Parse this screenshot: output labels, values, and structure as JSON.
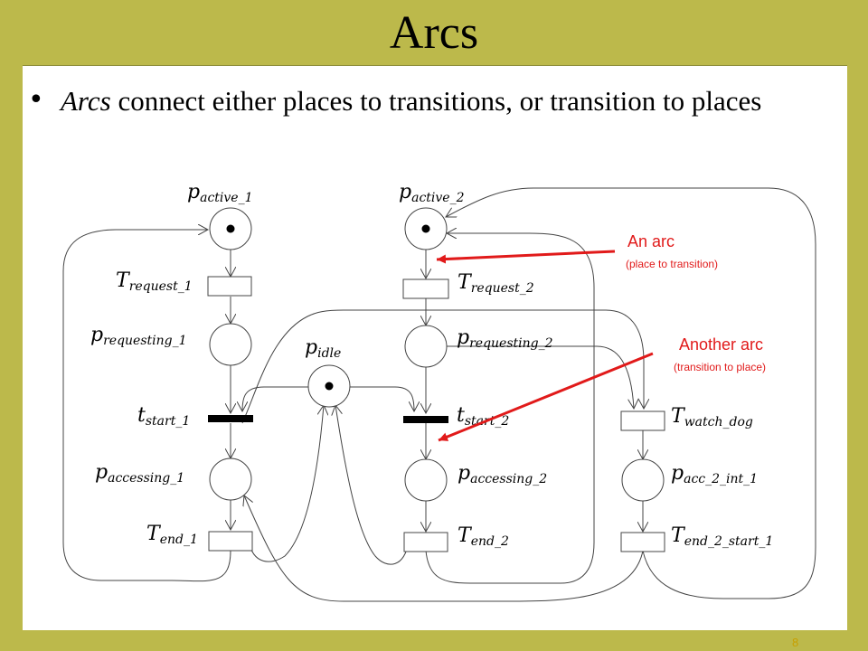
{
  "slide": {
    "title": "Arcs",
    "bullet_term": "Arcs",
    "bullet_rest": " connect either places to transitions, or transition to places",
    "page_number": "8"
  },
  "diagram": {
    "places": {
      "active1": {
        "main": "p",
        "sub": "active_1"
      },
      "active2": {
        "main": "p",
        "sub": "active_2"
      },
      "requesting1": {
        "main": "p",
        "sub": "requesting_1"
      },
      "requesting2": {
        "main": "p",
        "sub": "requesting_2"
      },
      "idle": {
        "main": "p",
        "sub": "idle"
      },
      "accessing1": {
        "main": "p",
        "sub": "accessing_1"
      },
      "accessing2": {
        "main": "p",
        "sub": "accessing_2"
      },
      "acc2int1": {
        "main": "p",
        "sub": "acc_2_int_1"
      }
    },
    "transitions": {
      "request1": {
        "main": "T",
        "sub": "request_1"
      },
      "request2": {
        "main": "T",
        "sub": "request_2"
      },
      "start1": {
        "main": "t",
        "sub": "start_1"
      },
      "start2": {
        "main": "t",
        "sub": "start_2"
      },
      "watchdog": {
        "main": "T",
        "sub": "watch_dog"
      },
      "end1": {
        "main": "T",
        "sub": "end_1"
      },
      "end2": {
        "main": "T",
        "sub": "end_2"
      },
      "end2start1": {
        "main": "T",
        "sub": "end_2_start_1"
      }
    },
    "annotations": {
      "arc1_title": "An arc",
      "arc1_sub": "(place to transition)",
      "arc2_title": "Another arc",
      "arc2_sub": "(transition to place)"
    },
    "colors": {
      "annotation": "#e11a1a",
      "arc": "#444444"
    }
  }
}
